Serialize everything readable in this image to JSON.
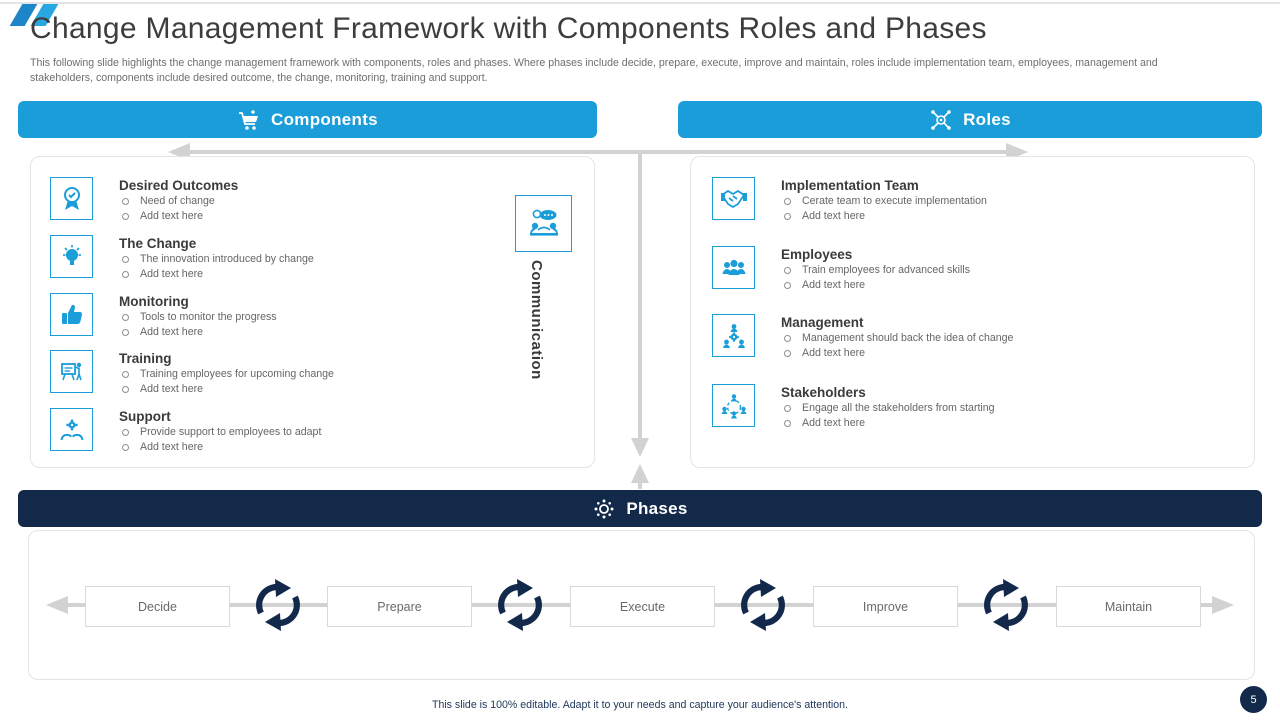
{
  "slide": {
    "title": "Change Management Framework with Components Roles and Phases",
    "subtitle": "This following slide highlights the change management framework with components, roles and phases. Where phases include decide, prepare, execute, improve and maintain, roles include implementation team, employees, management and stakeholders, components include desired outcome, the change, monitoring, training and support.",
    "footer": "This slide is 100% editable. Adapt it to your needs and capture your audience's attention.",
    "page_number": "5"
  },
  "colors": {
    "accent_blue": "#1b9dd9",
    "navy": "#12294a",
    "connector_gray": "#d2d2d2",
    "title_text": "#3d3d3d",
    "body_text": "#666666"
  },
  "components": {
    "header": "Components",
    "header_icon": "cart-icon",
    "connector_label": "Communication",
    "connector_icon": "communication-icon",
    "items": [
      {
        "title": "Desired Outcomes",
        "icon": "award-icon",
        "bullets": [
          "Need of change",
          "Add text here"
        ]
      },
      {
        "title": "The Change",
        "icon": "bulb-icon",
        "bullets": [
          "The innovation introduced by change",
          "Add text here"
        ]
      },
      {
        "title": "Monitoring",
        "icon": "thumbs-up-icon",
        "bullets": [
          "Tools to monitor the progress",
          "Add text here"
        ]
      },
      {
        "title": "Training",
        "icon": "training-icon",
        "bullets": [
          "Training employees for upcoming change",
          "Add text here"
        ]
      },
      {
        "title": "Support",
        "icon": "support-icon",
        "bullets": [
          "Provide support to employees to adapt",
          "Add text here"
        ]
      }
    ]
  },
  "roles": {
    "header": "Roles",
    "header_icon": "gear-network-icon",
    "items": [
      {
        "title": "Implementation Team",
        "icon": "handshake-icon",
        "bullets": [
          "Cerate team to execute implementation",
          "Add text here"
        ]
      },
      {
        "title": "Employees",
        "icon": "employees-icon",
        "bullets": [
          "Train employees for advanced skills",
          "Add text here"
        ]
      },
      {
        "title": "Management",
        "icon": "management-icon",
        "bullets": [
          "Management should back the idea of change",
          "Add text here"
        ]
      },
      {
        "title": "Stakeholders",
        "icon": "stakeholders-icon",
        "bullets": [
          "Engage all the stakeholders from starting",
          "Add text here"
        ]
      }
    ]
  },
  "phases": {
    "header": "Phases",
    "header_icon": "process-icon",
    "steps": [
      "Decide",
      "Prepare",
      "Execute",
      "Improve",
      "Maintain"
    ]
  }
}
